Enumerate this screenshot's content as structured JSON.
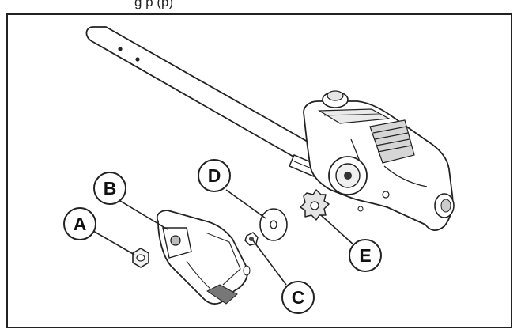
{
  "header_fragment": "g   p                                                   (p)",
  "callouts": [
    {
      "id": "A",
      "label": "A",
      "part": "nut"
    },
    {
      "id": "B",
      "label": "B",
      "part": "sprocket-cover"
    },
    {
      "id": "C",
      "label": "C",
      "part": "small-nut"
    },
    {
      "id": "D",
      "label": "D",
      "part": "washer"
    },
    {
      "id": "E",
      "label": "E",
      "part": "drive-sprocket"
    }
  ],
  "colors": {
    "line": "#222222",
    "fill": "#ffffff",
    "shade": "#dcdcdc",
    "dark": "#555555"
  }
}
